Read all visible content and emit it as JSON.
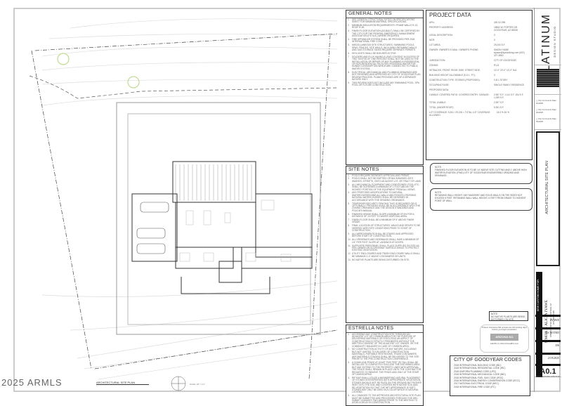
{
  "watermark": "2025 ARMLS",
  "plan": {
    "title": "ARCHITECTURAL SITE PLAN",
    "scale": "SCALE: 1/8\" = 1'-0\"",
    "tree_color": "#b5d67a"
  },
  "general_notes": {
    "title": "GENERAL NOTES",
    "items": [
      "SEE GENERAL STRUCTURAL NOTES ON SPECIFICATIONS SHEET FOR MINIMUM MATERIAL SPECIFICATIONS.",
      "MINIMUM INSULATION REQUIREMENTS: FRAME WALLS R-13, ROOF R-38.",
      "FINISH FLOOR ELEVATION (AS-BUILT) SHALL BE CERTIFIED BY THE CITY FOR THE FEDERAL EMERGENCY MANAGEMENT ASSOCIATION (F.E.M.A.) WHERE REQUIRED.",
      "FIRE SPRINKLER SYSTEM SHALL BE PROVIDED PER 2018 INTERNATIONAL FIRE CODE.",
      "MISCELLANEOUS SITE STRUCTURES, SWIMMING POOLS, SPAS, FENCES, SITE WALLS, INCLUDING RETAINING WALLS AND GAS STORAGE TANKS REQUIRE SEPARATE PERMITS.",
      "SKYLIGHTS SHALL BE NON-REFLECTIVE.",
      "SOLDERS AND FLUX HAVING A LEAD CONTENT IN EXCESS OF TWO TENTHS OF ONE PERCENT SHALL NOT BE USED IN THE INSTALLATION OR REPAIR OF ANY PLUMBING IN RESIDENTIAL OR NON-RESIDENTIAL FACILITIES PROVIDING WATER FOR HUMAN CONSUMPTION WHICH ARE CONNECTED TO PUBLIC WATER SYSTEM.",
      "ELECTRICAL, MECHANICAL AND PLUMBING DRAWINGS ARE NOT REVIEWED AND APPROVED BY CITY OF GOODYEAR PLAN REVIEW PROCESS. PLANS PROVIDED ARE OF A SEPARATE NATURE ONLY.",
      "THIS REVIEW DOES NOT INCLUDE ANY SWIMMING POOL, SPA POOL OR FUTURE CONSTRUCTION."
    ]
  },
  "site_notes": {
    "title": "SITE NOTES",
    "items": [
      "POOLS REQUIRE SEPARATE APPROVAL AND PERMIT.",
      "POOLS SHALL NOT BE EMPTIED OR BACKWASHED INTO WASHES, STREETS, ONTO ADJACENT LOT, OR TRACT OF LAND.",
      "ALL MECHANICAL EQUIPMENT AND CONDITIONER, POOL ETC. SHALL BE SCREENED A MINIMUM OF 1 FOOT ABOVE THE HIGHEST PORTION OF THE EQUIPMENT FROM ALL VIEWS.",
      "ANY PROPOSED MODIFICATIONS TO NATURAL WATERCOURSES AND ALL WALLS AND FENCES CROSSING NATURAL WATERCOURSES SHALL BE DESIGNED IN ACCORDANCE WITH THE GRADING ORDINANCE.",
      "TEMPORARY/SECURITY FENCING THAT IS REQUIRED OR IS OPTIONALLY PROVIDED SHALL BE IN ACCORDANCE WITH THE ZONING ORDINANCE AND THE DESIGN STANDARDS AND POLICIES MANUAL.",
      "FINISHED GRADE SHALL SLOPE A MINIMUM OF 5% FOR A DISTANCE OF 10 FEET TO WATER DISPOSAL AREA.",
      "FINISH FLOOR SHALL BE A MINIMUM OF 6\" ABOVE FINISH GRADE.",
      "FINAL LOCATION OF STRUCTURES, WALKS AND DRIVES TO BE VERIFIED WITH SITE CONDITIONS PRIOR TO START OF CONSTRUCTION.",
      "ALL IMPROVEMENTS SHALL BE STAKED AND APPROVED BEFORE START OF CONSTRUCTION.",
      "ALL DRIVEWAYS AND SIDEWALKS SHALL HAVE A MINIMUM OF 1/4\" PER FOOT SLOPE AT LANDINGS AT DOORS.",
      "SUPPLIERS PERSONNEL SHALL PLACE SUPPLIES ON SITE AS PER OWNER OR IN DRIVEWAY SURFACE AREAS TO PROTECT EXISTING VEGETATION.",
      "UTILITY ENCLOSURES AND TRASH ENCLOSURE WALLS SHALL BE MINIMUM 1'-0\" ABOVE CONTAINERS OR UNITS.",
      "NO NATIVE PLANTS ARE BEING DISTURBED ON SITE."
    ]
  },
  "estrella_notes": {
    "title": "ESTRELLA NOTES",
    "items": [
      "ACCESSING ANY CONSTRUCTION SITE THROUGH AN ADJACENT LOT OR COMMON AREA FOR THE PURPOSE OF DELIVERING MATERIALS OR EXECUTING AN ASPECT OF CONSTRUCTION IS STRICTLY PROHIBITED WITHOUT THE WRITTEN CONSENT OF THE ADJACENT LOT OWNER, OR THE COMMUNITY MANAGER IN CASE OF COMMON AREA.",
      "NO CONSTRUCTION ACTIVITY OF ANY NATURE, INCLUDING BUT NOT LIMITED TO DELIVERY OF CONSTRUCTION MATERIALS, PORTABLE RESTROOMS, TRASH CONTAINERS. ANY MATERIALS STAGING SHALL BE DELIVERED TO THE SITE PRIOR TO THE PRE-CONSTRUCTION CONFERENCE.",
      "A CHAIN LINK FENCE AT LEAST FIVE FEET (5') TALL SHALL BE INSTALLED TO COMPLETELY ENCLOSE THE DISTURBED AREA BUT MAY EXTEND TO THE PROPERTY LINES WITH APPROVAL. THE FENCE SHALL REMAIN IN PLACE UNTIL THE CONTRACTOR REQUESTS TO REMOVE THE FENCE AND ONLY AT THE START OF LANDSCAPING.",
      "RIP RAP SHALL UTILIZE A MEANDERING NATURAL PLACEMENT OF STONES INTERSPERSED WITH APPROPRIATE VEGETATION. STONES SHOULD NOT BE PILED ON THE GROUND BUT RATHER INSET INTO THE SOIL AND COVERED WITH NATIVE SOIL AND RE-VEGETATION SO THAT THE NET APPEARANCE IS SOFT. STONES MAY ONLY BE USED IN A COLOR WHICH IS NATURAL LOOKING.",
      "ALL CHANGES TO THE APPROVED ARCHITECTURAL SITE PLAN MUST BE SUBMITTED AND PROCESSED THROUGH THE DRC. SUBMIT CHANGES TWO WEEKS PRIOR TO THE MEETING TO AVOID A DELAY IN CONSTRUCTION."
    ]
  },
  "project_data": {
    "title": "PROJECT DATA",
    "rows": [
      {
        "label": "APN:",
        "value": "400-02-995"
      },
      {
        "label": "PROPERTY ADDRESS:",
        "value": "18562 W. PORTER DR. GOODYEAR, AZ 85338"
      },
      {
        "label": "LEGAL DESCRIPTION:",
        "value": "X"
      },
      {
        "label": "MCR:",
        "value": "X"
      },
      {
        "label": "LOT AREA:",
        "value": "29,200 S.F."
      },
      {
        "label": "OWNER: OWNER'S E-MAIL: OWNER'S PHONE:",
        "value": "SIMON IYAWE siyawe@iyaluxliving.com (602) 327-3860"
      },
      {
        "label": "JURISDICTION:",
        "value": "CITY OF GOODYEAR"
      },
      {
        "label": "ZONING:",
        "value": "R1-8"
      },
      {
        "label": "SETBACKS: FRONT: REAR: SIDE: STREET SIDE:",
        "value": "10'-0\" 20'-0\" 10'-0\" N/A"
      },
      {
        "label": "BUILDING HEIGHT ALLOWABLE (S.O.L. FT.):",
        "value": "X"
      },
      {
        "label": "CONSTRUCTION TYPE: STORIES (PROPOSED):",
        "value": "V-B 1 STORY"
      },
      {
        "label": "OCCUPANCY/USE:",
        "value": "SINGLE FAMILY RESIDENCE"
      },
      {
        "label": "PROPOSED DATA:",
        "value": ""
      },
      {
        "label": "LIVABLE: COVERED PATIO: COVERED ENTRY: GARAGE:",
        "value": "2,957 S.F. 1,141 S.F. 154 S.F. 1,099 S.F."
      },
      {
        "label": "TOTAL LIVABLE:",
        "value": "2,957 S.F."
      },
      {
        "label": "TOTAL (UNDER ROOF):",
        "value": "5,351 S.F."
      },
      {
        "label": "LOT COVERAGE: 5,351 / 29,200 = TOTAL LOT COVERAGE ALLOWED:",
        "value": "18.3 % 45 %"
      }
    ]
  },
  "clouded_notes": [
    {
      "title": "NOTE:",
      "text": "FINISHED FLOOR ELEVATION IS TO BE 14\" ABOVE SITE CUTTING AND 1' ABOVE HIGH WATER ELEVATION. (FIND) CITY OF GOODYEAR ENGINEERING GRADING AND DRAINAGE."
    },
    {
      "title": "NOTE:",
      "text": "RETAINING WALL HEIGHT, ANY MASONRY AND SOLID WALLS ON THE SIDES NOT EXCEED 6 FEET. RETAINING WALL WALL HEIGHT, 6 FEET FROM GRADE TO HIGHEST POINT OF WALL."
    },
    {
      "title": "NOTE:",
      "text": "NO NATIVE PLANTS ARE BEING DISTURBED ON SITE."
    }
  ],
  "bluestake": {
    "top": "Protect Ourselves 811 at least two full working days before you begin excavation",
    "logo": "ARIZONA 811",
    "bottom": "Call 811 or click Arizona811.com"
  },
  "codes": {
    "title": "CITY OF GOODYEAR CODES",
    "items": [
      "2018 INTERNATIONAL BUILDING CODE (IBC)",
      "2018 INTERNATIONAL RESIDENTIAL CODE (IRC)",
      "2018 UNIFORM PLUMBING CODE (UPC)",
      "2018 INTERNATIONAL MECHANICAL CODE (IMC)",
      "2018 INTERNATIONAL FUEL GAS CODE (IFGC)",
      "2018 INTERNATIONAL ENERGY CONSERVATION CODE (IECC)",
      "2017 NATIONAL ELECTRICAL CODE (NEC)",
      "2018 INTERNATIONAL FIRE CODE (IFC)"
    ]
  },
  "title_block": {
    "firm": "PLATINUM",
    "firm_sub": "DESIGN STUDIO",
    "revisions": [
      "City Comments Date: 01/2025",
      "City Comments Date: 02/2025",
      "City Comments Date: 03/2025"
    ],
    "sheet_title": "ARCHITECTURAL SITE PLAN",
    "project_label": "NEW CUSTOM HOME FOR:",
    "client": "SIMON & ALICIA IYAWE",
    "client_addr": "18562 W. PORTER DR. GOODYEAR, AZ",
    "client_apn": "APN: 400-02-995",
    "project": "IYAWE",
    "scale": "AS NOTED",
    "drawn": "DS",
    "date": "2/19/2025",
    "sheet_no": "A0.1",
    "sheet_desc": "ARCHITECTURAL SITE PLAN"
  }
}
